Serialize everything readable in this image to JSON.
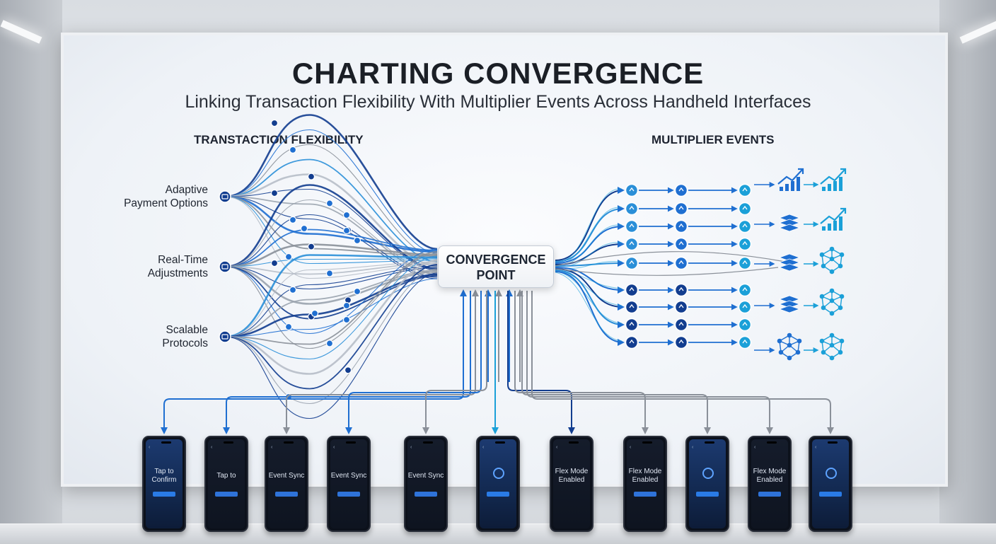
{
  "title": "CHARTING CONVERGENCE",
  "subtitle": "Linking Transaction Flexibility With Multiplier Events Across Handheld Interfaces",
  "left_section": {
    "heading": "TRANSTACTION FLEXIBILITY",
    "labels": [
      {
        "line1": "Adaptive",
        "line2": "Payment Options"
      },
      {
        "line1": "Real-Time",
        "line2": "Adjustments"
      },
      {
        "line1": "Scalable",
        "line2": "Protocols"
      }
    ]
  },
  "right_section": {
    "heading": "MULTIPLIER EVENTS"
  },
  "center": {
    "line1": "CONVERGENCE",
    "line2": "POINT"
  },
  "phones": [
    {
      "text1": "Tap to",
      "text2": "Confirm",
      "button": "Button",
      "screen": "blue"
    },
    {
      "text1": "Tap to",
      "text2": "",
      "button": "Button",
      "screen": "dark"
    },
    {
      "text1": "Event Sync",
      "text2": "",
      "button": "Button",
      "screen": "dark"
    },
    {
      "text1": "Event Sync",
      "text2": "",
      "button": "Button",
      "screen": "dark"
    },
    {
      "text1": "Event Sync",
      "text2": "",
      "button": "Button",
      "screen": "dark"
    },
    {
      "text1": "",
      "text2": "",
      "button": "Button",
      "screen": "blue-ring"
    },
    {
      "text1": "Flex Mode",
      "text2": "Enabled",
      "button": "",
      "screen": "dark"
    },
    {
      "text1": "Flex Mode",
      "text2": "Enabled",
      "button": "Button",
      "screen": "dark"
    },
    {
      "text1": "",
      "text2": "",
      "button": "Button",
      "screen": "blue-ring"
    },
    {
      "text1": "Flex Mode",
      "text2": "Enabled",
      "button": "Button",
      "screen": "dark"
    },
    {
      "text1": "",
      "text2": "",
      "button": "Button",
      "screen": "blue-ring"
    }
  ],
  "colors": {
    "deep_blue": "#123d8f",
    "mid_blue": "#1f6fd1",
    "light_blue": "#2a8fd8",
    "cyan": "#1ba0d8",
    "gray_line": "#8a9099",
    "board_bg": "#f4f7fb"
  },
  "icons": {
    "left_nodes": "payment-node-icon",
    "right_chain_nodes": "event-node-icon",
    "right_outputs": [
      "bar-chart-up-icon",
      "layers-stack-icon",
      "network-mesh-icon"
    ]
  }
}
